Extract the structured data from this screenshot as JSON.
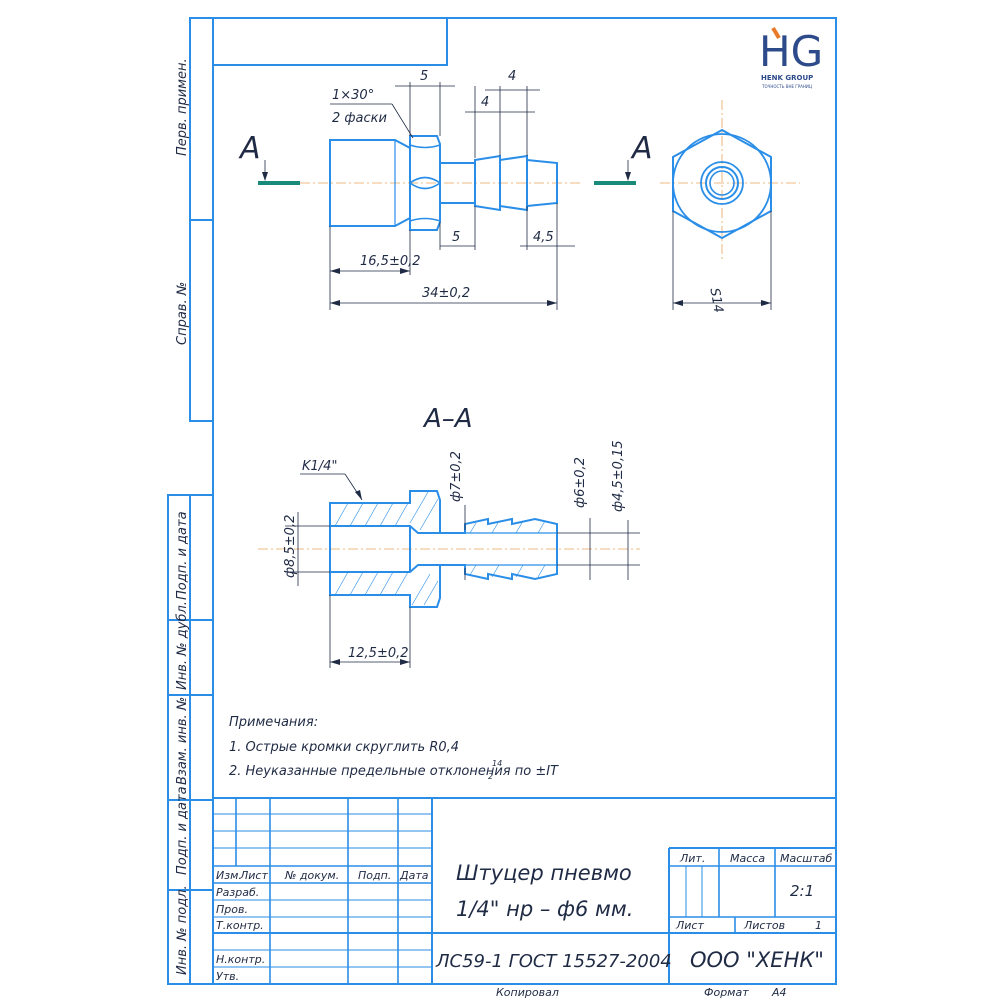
{
  "logo": {
    "mark": "HG",
    "company": "HENK GROUP",
    "tagline": "ТОЧНОСТЬ ВНЕ ГРАНИЦ"
  },
  "side_labels": [
    "Перв. примен.",
    "Справ. №",
    "Подп. и дата",
    "Инв. № дубл.",
    "Взам. инв. №",
    "Подп. и дата",
    "Инв. № подл."
  ],
  "views": {
    "section_marker": "A",
    "chamfer_note": "1×30°",
    "chamfer_count": "2 фаски",
    "dims_top": [
      "5",
      "4",
      "4"
    ],
    "dims_bottom": [
      "5",
      "4,5"
    ],
    "dim_len1": "16,5±0,2",
    "dim_total": "34±0,2",
    "dim_hex": "S14",
    "section_title": "А–А",
    "thread": "K1/4\"",
    "d_outer": "ф7±0,2",
    "d_barb": "ф6±0,2",
    "d_bore": "ф4,5±0,15",
    "d_thread_bore": "ф8,5±0,2",
    "dim_thread_len": "12,5±0,2"
  },
  "notes": {
    "title": "Примечания:",
    "items": [
      "1. Острые кромки скруглить R0,4",
      "2. Неуказанные предельные отклонения по ±IT"
    ],
    "it_sup": "14",
    "it_sub": "2"
  },
  "title_block": {
    "part_name_1": "Штуцер пневмо",
    "part_name_2": "1/4\" нр – ф6 мм.",
    "material": "ЛС59-1 ГОСТ 15527-2004",
    "company": "ООО \"ХЕНК\"",
    "col_headers": [
      "Изм.",
      "Лист",
      "№ докум.",
      "Подп.",
      "Дата"
    ],
    "row_labels": [
      "Разраб.",
      "Пров.",
      "Т.контр.",
      "Н.контр.",
      "Утв."
    ],
    "lit": "Лит.",
    "mass": "Масса",
    "scale_label": "Масштаб",
    "scale": "2:1",
    "sheet_label": "Лист",
    "sheets_label": "Листов",
    "sheets": "1",
    "copied": "Копировал",
    "format_label": "Формат",
    "format": "А4"
  }
}
